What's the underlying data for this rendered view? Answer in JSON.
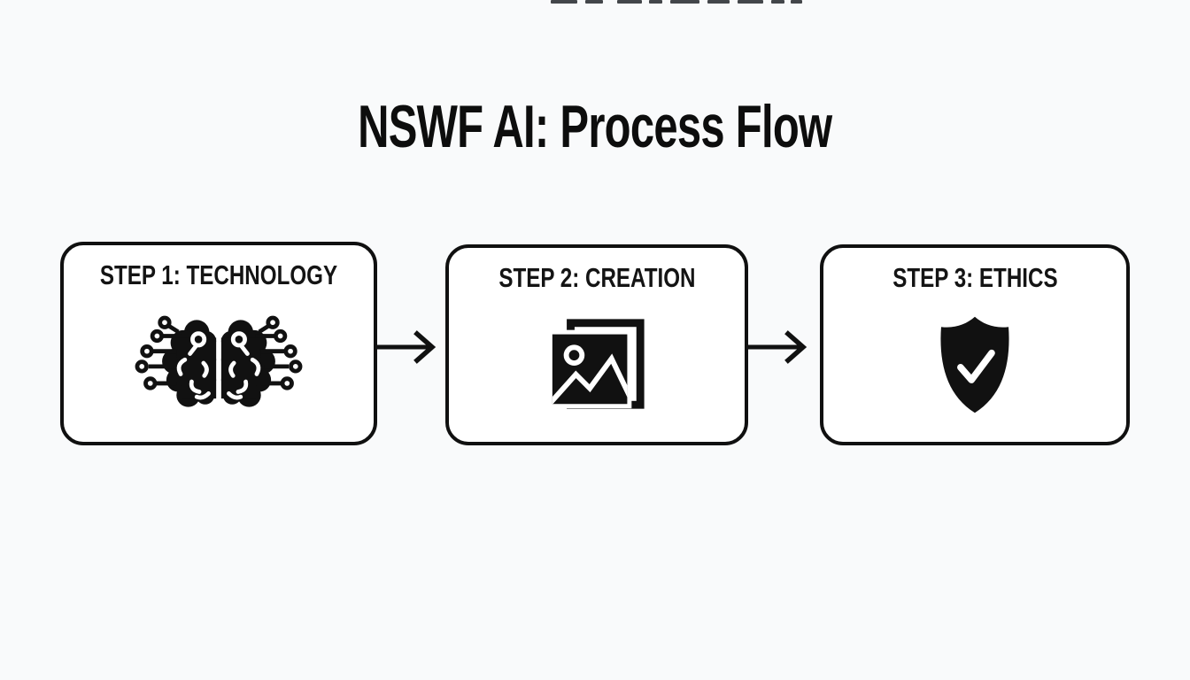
{
  "page": {
    "title": "NSWF AI: Process Flow",
    "background_color": "#f9fafb",
    "ink_color": "#101010",
    "card_fill": "#ffffff"
  },
  "flow": {
    "steps": [
      {
        "label": "STEP 1: TECHNOLOGY",
        "icon": "circuit-brain-icon"
      },
      {
        "label": "STEP 2: CREATION",
        "icon": "image-stack-icon"
      },
      {
        "label": "STEP 3: ETHICS",
        "icon": "shield-check-icon"
      }
    ],
    "connector": "arrow-right"
  }
}
